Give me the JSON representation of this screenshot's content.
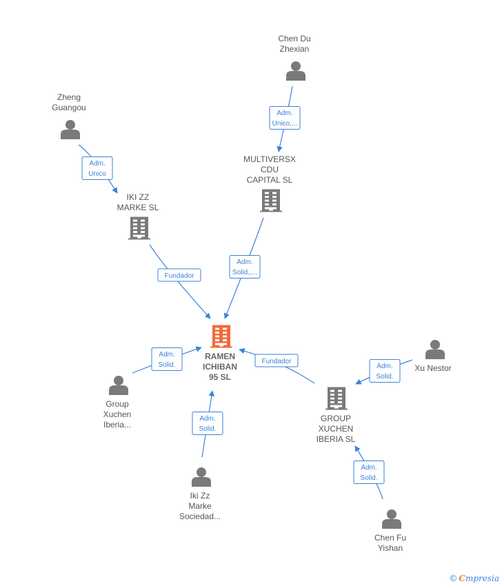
{
  "colors": {
    "edge": "#3b82d6",
    "company": "#7a7a7a",
    "main_company": "#f26a3a",
    "person": "#7a7a7a"
  },
  "nodes": [
    {
      "id": "ramen",
      "type": "company-main",
      "icon": "building-icon",
      "lines": [
        "RAMEN",
        "ICHIBAN",
        "95  SL"
      ]
    },
    {
      "id": "iki",
      "type": "company",
      "icon": "building-icon",
      "lines": [
        "IKI ZZ",
        "MARKE  SL"
      ]
    },
    {
      "id": "multiversx",
      "type": "company",
      "icon": "building-icon",
      "lines": [
        "MULTIVERSX",
        "CDU",
        "CAPITAL  SL"
      ]
    },
    {
      "id": "groupx",
      "type": "company",
      "icon": "building-icon",
      "lines": [
        "GROUP",
        "XUCHEN",
        "IBERIA  SL"
      ]
    },
    {
      "id": "chendu",
      "type": "person",
      "icon": "person-icon",
      "lines": [
        "Chen Du",
        "Zhexian"
      ]
    },
    {
      "id": "zheng",
      "type": "person",
      "icon": "person-icon",
      "lines": [
        "Zheng",
        "Guangou"
      ]
    },
    {
      "id": "groupp",
      "type": "person",
      "icon": "person-icon",
      "lines": [
        "Group",
        "Xuchen",
        "Iberia..."
      ]
    },
    {
      "id": "ikip",
      "type": "person",
      "icon": "person-icon",
      "lines": [
        "Iki Zz",
        "Marke",
        "Sociedad..."
      ]
    },
    {
      "id": "xunestor",
      "type": "person",
      "icon": "person-icon",
      "lines": [
        "Xu Nestor"
      ]
    },
    {
      "id": "chenfu",
      "type": "person",
      "icon": "person-icon",
      "lines": [
        "Chen Fu",
        "Yishan"
      ]
    }
  ],
  "edges": [
    {
      "from": "chendu",
      "to": "multiversx",
      "label": [
        "Adm.",
        "Unico,..."
      ]
    },
    {
      "from": "zheng",
      "to": "iki",
      "label": [
        "Adm.",
        "Unico"
      ]
    },
    {
      "from": "iki",
      "to": "ramen",
      "label": [
        "Fundador"
      ]
    },
    {
      "from": "multiversx",
      "to": "ramen",
      "label": [
        "Adm.",
        "Solid.,..."
      ]
    },
    {
      "from": "groupp",
      "to": "ramen",
      "label": [
        "Adm.",
        "Solid."
      ]
    },
    {
      "from": "ikip",
      "to": "ramen",
      "label": [
        "Adm.",
        "Solid."
      ]
    },
    {
      "from": "groupx",
      "to": "ramen",
      "label": [
        "Fundador"
      ]
    },
    {
      "from": "xunestor",
      "to": "groupx",
      "label": [
        "Adm.",
        "Solid."
      ]
    },
    {
      "from": "chenfu",
      "to": "groupx",
      "label": [
        "Adm.",
        "Solid."
      ]
    }
  ],
  "footer": {
    "copyright": "©",
    "brand_first": "C",
    "brand_rest": "mpresia"
  }
}
